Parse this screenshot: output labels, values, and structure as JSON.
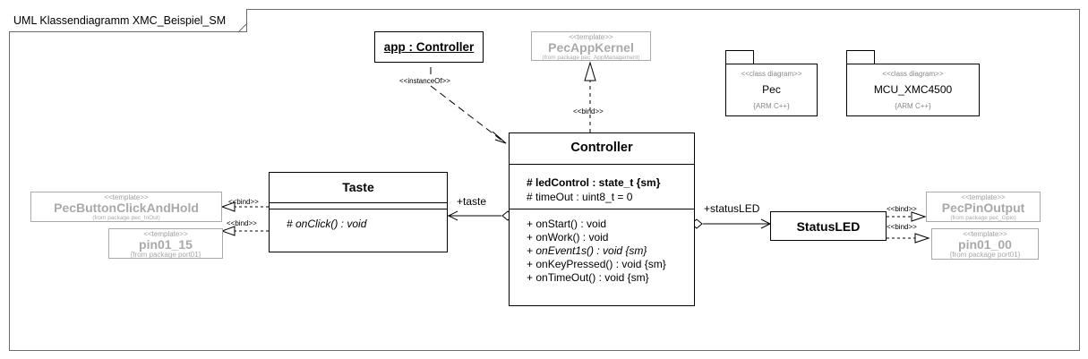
{
  "frame": {
    "title": "UML Klassendiagramm XMC_Beispiel_SM"
  },
  "instance": {
    "name": "app : Controller"
  },
  "pec_app_kernel": {
    "stereotype": "<<template>>",
    "name": "PecAppKernel",
    "source": "(from package pec_AppManagement)"
  },
  "packages": [
    {
      "stereotype": "<<class diagram>>",
      "name": "Pec",
      "tag": "{ARM C++}"
    },
    {
      "stereotype": "<<class diagram>>",
      "name": "MCU_XMC4500",
      "tag": "{ARM C++}"
    }
  ],
  "controller": {
    "name": "Controller",
    "attributes": [
      "# ledControl : state_t {sm}",
      "# timeOut : uint8_t = 0"
    ],
    "operations": [
      "+ onStart() : void",
      "+ onWork() : void",
      "+ onEvent1s() : void {sm}",
      "+ onKeyPressed() : void {sm}",
      "+ onTimeOut() : void {sm}"
    ]
  },
  "taste": {
    "name": "Taste",
    "operations": [
      "# onClick() : void"
    ]
  },
  "status_led": {
    "name": "StatusLED"
  },
  "templates_left": [
    {
      "stereotype": "<<template>>",
      "name": "PecButtonClickAndHold",
      "source": "(from package pec_InOut)"
    },
    {
      "stereotype": "<<template>>",
      "name": "pin01_15",
      "source": "{from package port01}"
    }
  ],
  "templates_right": [
    {
      "stereotype": "<<template>>",
      "name": "PecPinOutput",
      "source": "(from package pec_Gpio)"
    },
    {
      "stereotype": "<<template>>",
      "name": "pin01_00",
      "source": "{from package port01}"
    }
  ],
  "connectors": {
    "instance_of": "<<instanceOf>>",
    "bind": "<<bind>>",
    "taste_role": "+taste",
    "status_role": "+statusLED"
  }
}
